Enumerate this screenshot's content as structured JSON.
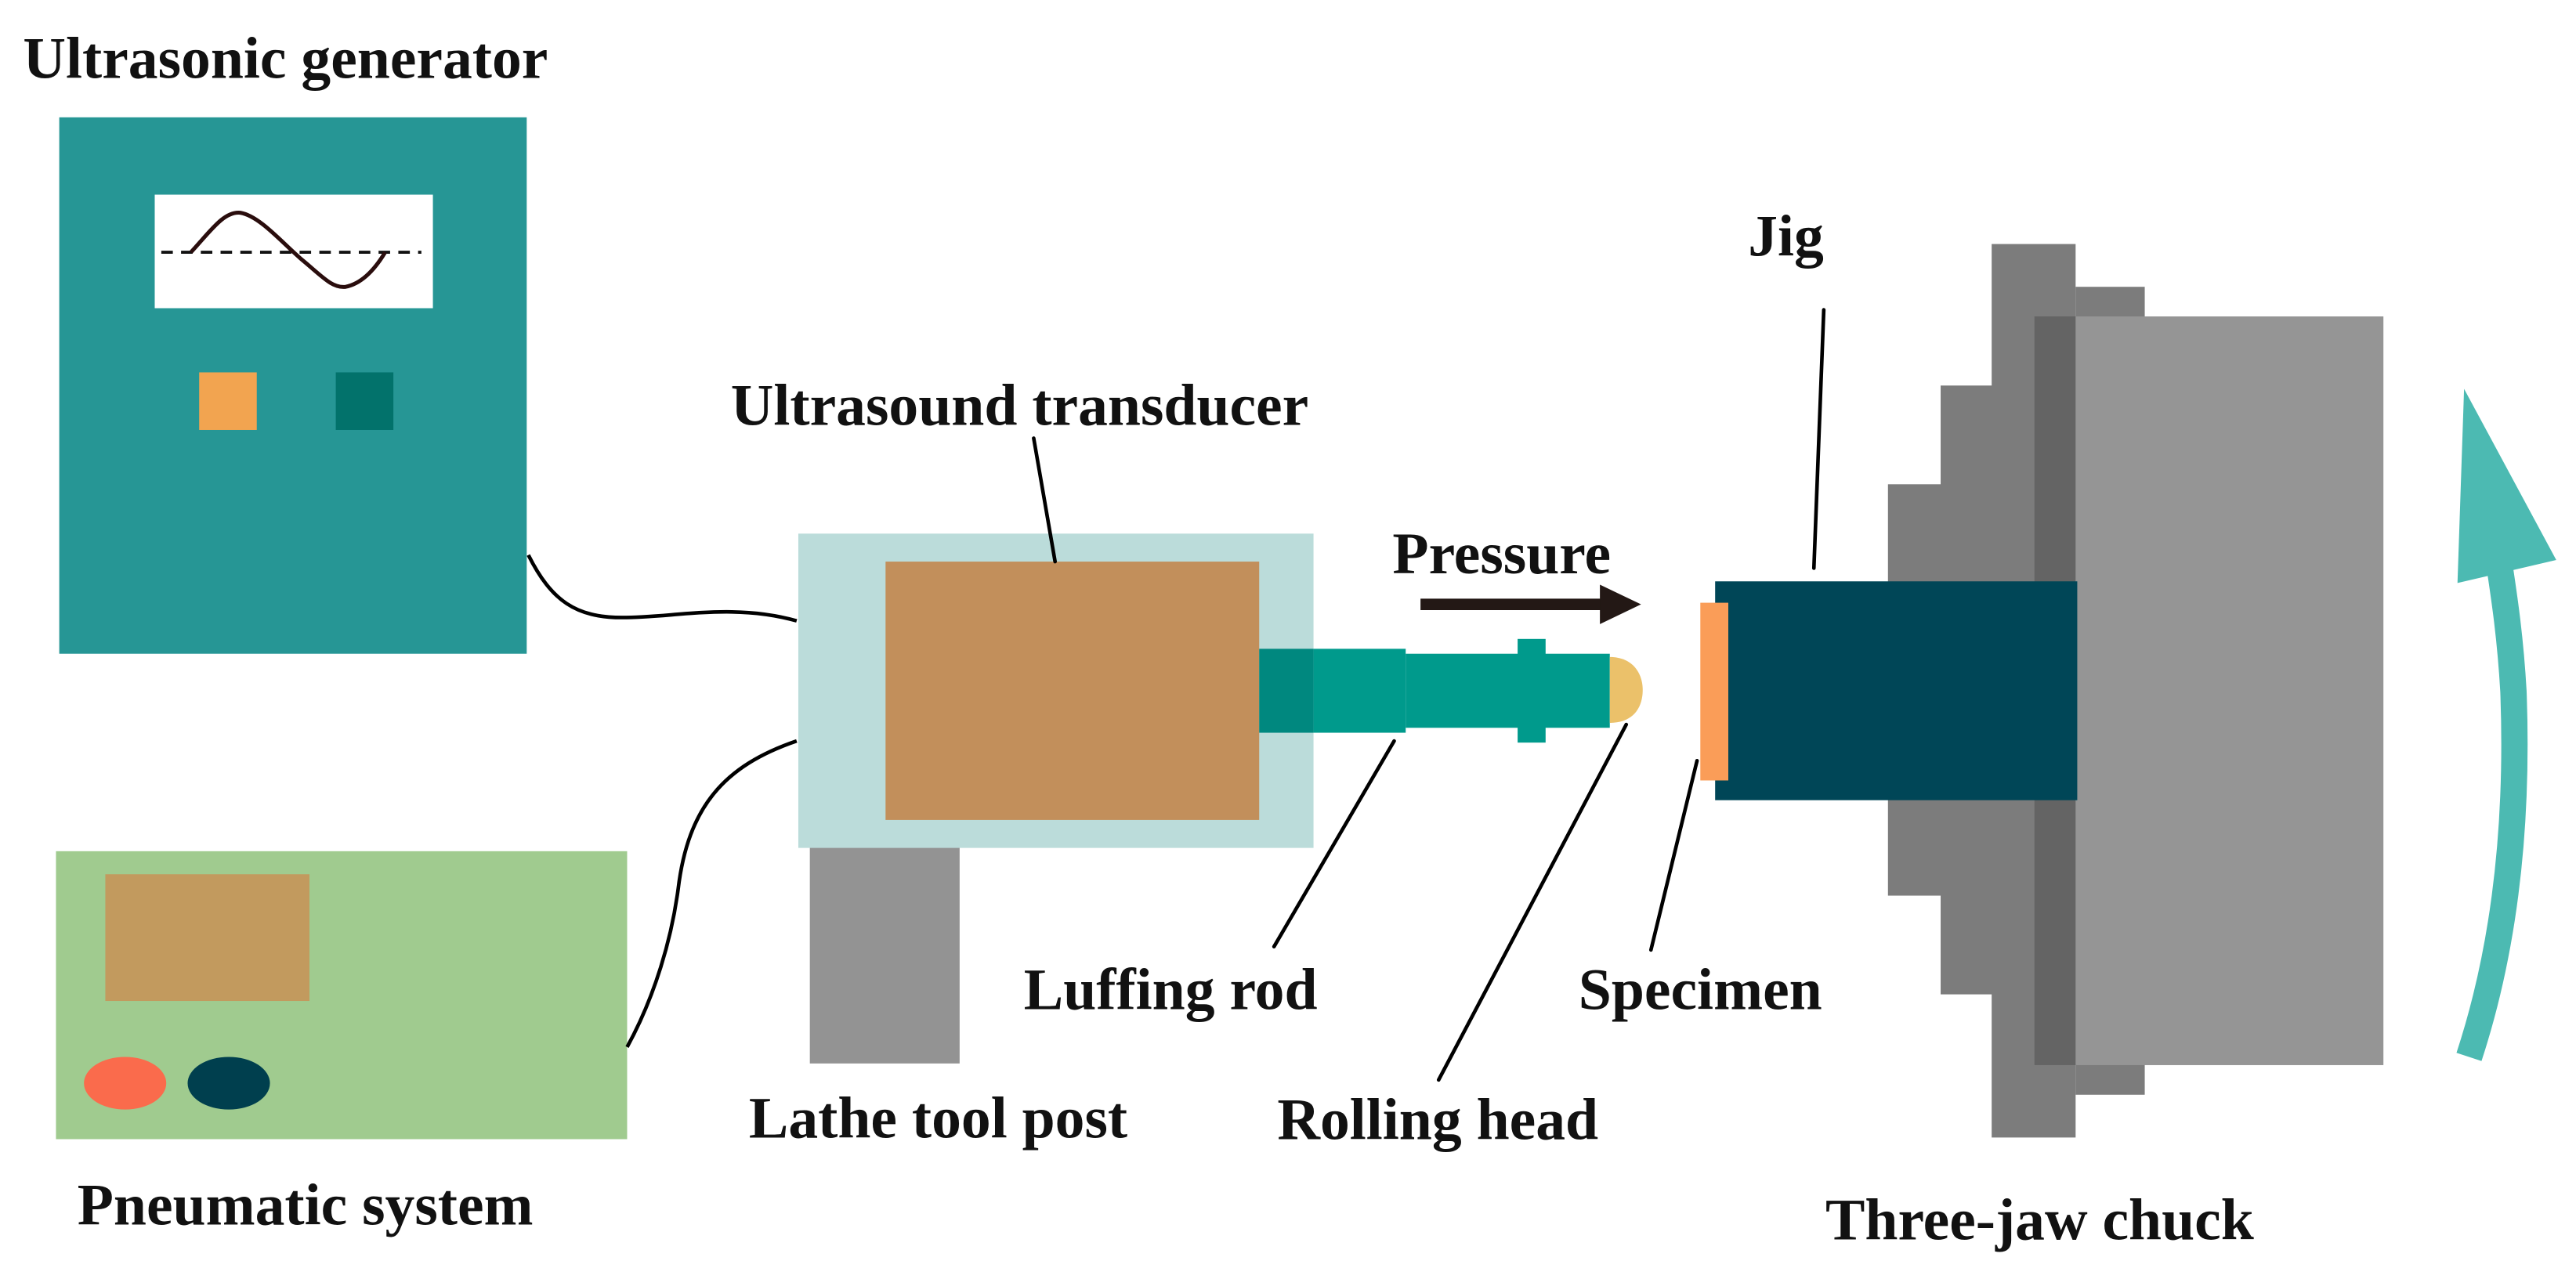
{
  "labels": {
    "ultrasonic_generator": "Ultrasonic generator",
    "ultrasound_transducer": "Ultrasound transducer",
    "pressure": "Pressure",
    "jig": "Jig",
    "luffing_rod": "Luffing rod",
    "specimen": "Specimen",
    "lathe_tool_post": "Lathe tool post",
    "rolling_head": "Rolling head",
    "pneumatic_system": "Pneumatic system",
    "three_jaw_chuck": "Three-jaw chuck"
  },
  "colors": {
    "generator_body": "#269695",
    "generator_screen": "#ffffff",
    "generator_button_orange": "#f2a450",
    "generator_button_teal": "#02726b",
    "pneumatic_body": "#a0cb8f",
    "pneumatic_panel": "#c29a5e",
    "pneumatic_knob_red": "#fa6b4c",
    "pneumatic_knob_navy": "#003f4e",
    "transducer_housing": "#bbdcda",
    "transducer_core": "#c28f5b",
    "tool_post": "#939393",
    "luffing_rod_dark": "#00887f",
    "luffing_rod": "#009a8c",
    "rolling_head": "#ebc16a",
    "pressure_arrow": "#231815",
    "specimen": "#fa9d58",
    "jig": "#004657",
    "chuck_light": "#959595",
    "chuck_mid": "#7c7c7c",
    "chuck_dark": "#646464",
    "rotation_arrow": "#4cbab2"
  }
}
